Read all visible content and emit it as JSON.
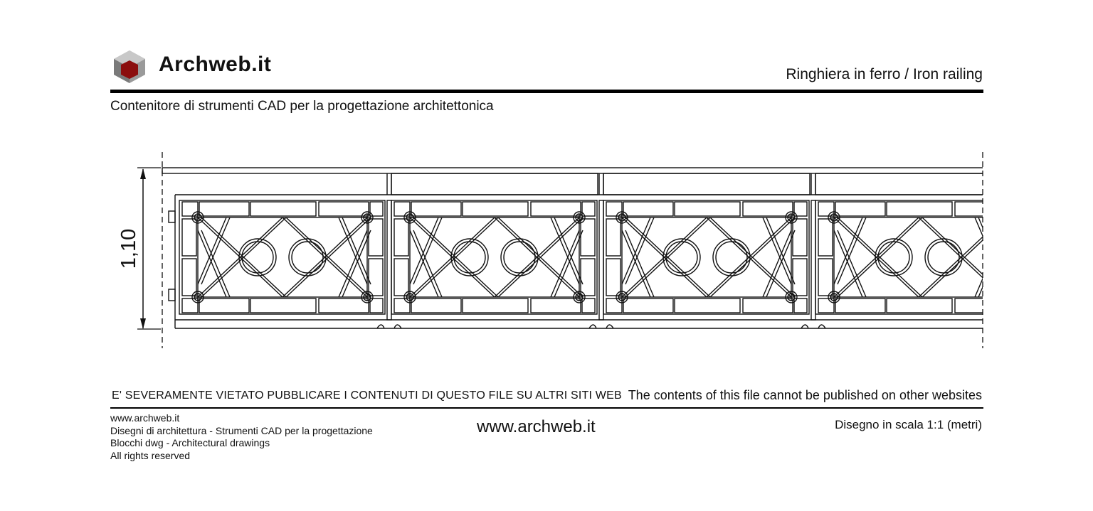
{
  "header": {
    "brand": "Archweb.it",
    "sheet_title": "Ringhiera in ferro  /  Iron railing",
    "tagline": "Contenitore di strumenti CAD per la progettazione architettonica"
  },
  "drawing": {
    "dimension_label": "1,10",
    "panel_count": 4
  },
  "footer": {
    "warning_it": "E' SEVERAMENTE VIETATO PUBBLICARE I CONTENUTI DI QUESTO FILE SU ALTRI SITI WEB",
    "warning_en": "The contents of this file cannot be published on other websites",
    "lines": [
      "www.archweb.it",
      "Disegni di architettura - Strumenti CAD  per la progettazione",
      "Blocchi dwg - Architectural drawings",
      "All rights reserved"
    ],
    "url": "www.archweb.it",
    "scale_note": "Disegno in scala 1:1 (metri)"
  },
  "colors": {
    "logo_face": "#8b0d0d",
    "logo_grey": "#8c8c8c",
    "line": "#111111"
  }
}
